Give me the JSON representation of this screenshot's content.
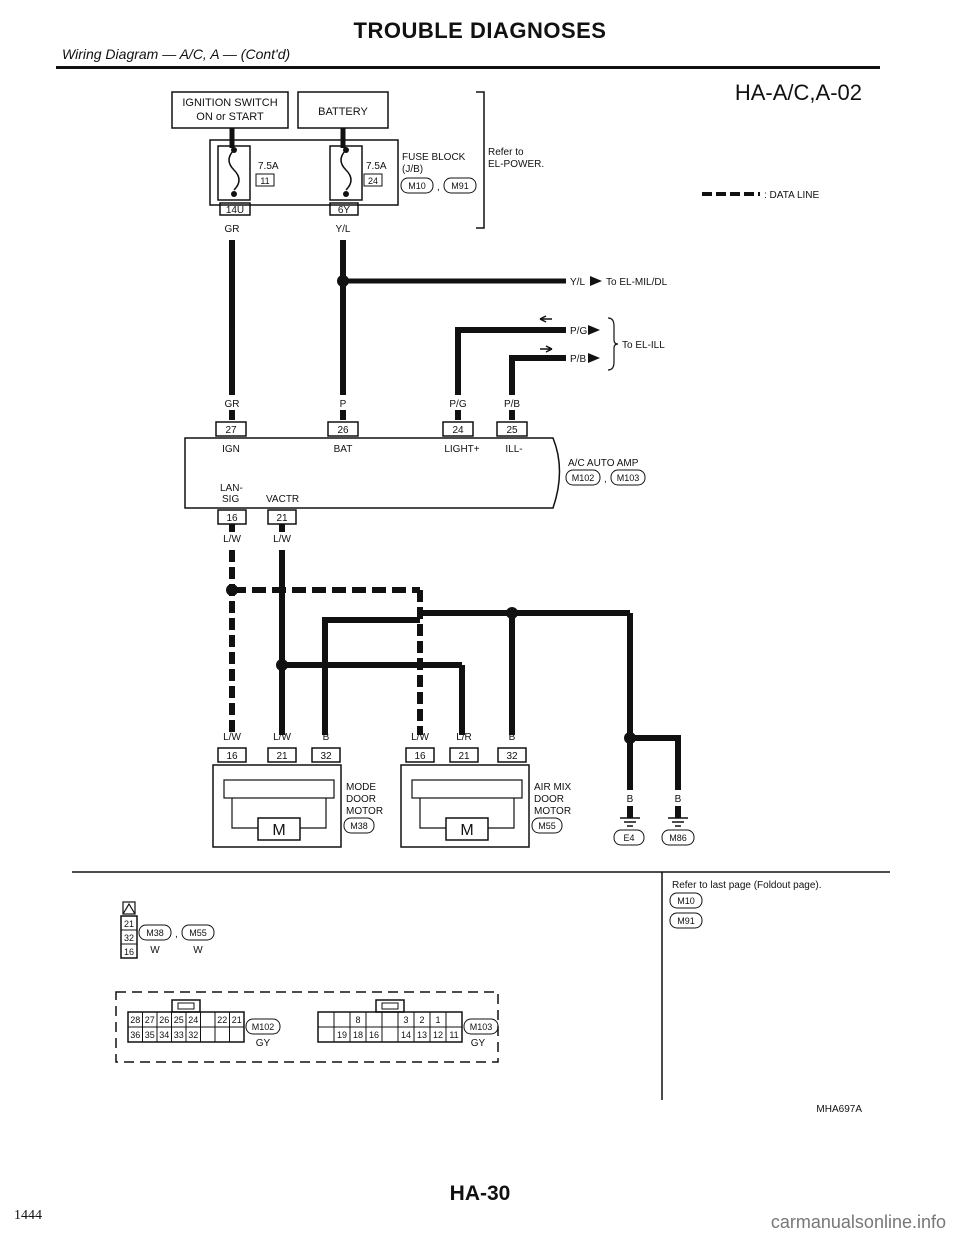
{
  "header": {
    "title": "TROUBLE DIAGNOSES",
    "subtitle": "Wiring Diagram — A/C, A — (Cont'd)",
    "diagram_id": "HA-A/C,A-02"
  },
  "legend": {
    "data_line": ": DATA LINE"
  },
  "power": {
    "ign_switch_line1": "IGNITION SWITCH",
    "ign_switch_line2": "ON or START",
    "battery": "BATTERY",
    "fuse1_amp": "7.5A",
    "fuse1_no": "11",
    "fuse2_amp": "7.5A",
    "fuse2_no": "24",
    "fuse_block_line1": "FUSE BLOCK",
    "fuse_block_line2": "(J/B)",
    "fuse_conn1": "M10",
    "fuse_conn2": "M91",
    "refer_line1": "Refer to",
    "refer_line2": "EL-POWER.",
    "term1": "14U",
    "term2": "6Y"
  },
  "wires": {
    "gr": "GR",
    "yl": "Y/L",
    "p": "P",
    "pg": "P/G",
    "pb": "P/B",
    "lw": "L/W",
    "lr": "L/R",
    "b": "B",
    "to_elmil": "To EL-MIL/DL",
    "to_elill": "To EL-ILL"
  },
  "amp": {
    "t27": "27",
    "t26": "26",
    "t24": "24",
    "t25": "25",
    "t16": "16",
    "t21": "21",
    "ign": "IGN",
    "bat": "BAT",
    "light": "LIGHT+",
    "ill": "ILL-",
    "lansig1": "LAN-",
    "lansig2": "SIG",
    "vactr": "VACTR",
    "name": "A/C AUTO AMP",
    "conn1": "M102",
    "conn2": "M103"
  },
  "motors": {
    "mode_t1": "16",
    "mode_t2": "21",
    "mode_t3": "32",
    "mode_line1": "MODE",
    "mode_line2": "DOOR",
    "mode_line3": "MOTOR",
    "mode_conn": "M38",
    "air_t1": "16",
    "air_t2": "21",
    "air_t3": "32",
    "air_line1": "AIR MIX",
    "air_line2": "DOOR",
    "air_line3": "MOTOR",
    "air_conn": "M55",
    "m": "M"
  },
  "grounds": {
    "g1": "E4",
    "g2": "M86"
  },
  "connectors": {
    "c1_pins": [
      "21",
      "32",
      "16"
    ],
    "c1_names": [
      "M38",
      "M55"
    ],
    "c1_colors": [
      "W",
      "W"
    ],
    "c2_top": [
      "28",
      "27",
      "26",
      "25",
      "24",
      "",
      "22",
      "21"
    ],
    "c2_bot": [
      "36",
      "35",
      "34",
      "33",
      "32",
      "",
      "",
      ""
    ],
    "c2_name": "M102",
    "c2_color": "GY",
    "c3_top": [
      "",
      "",
      "8",
      "",
      "",
      "3",
      "2",
      "1"
    ],
    "c3_bot": [
      "",
      "19",
      "18",
      "16",
      "",
      "14",
      "13",
      "12",
      "11"
    ],
    "c3_name": "M103",
    "c3_color": "GY"
  },
  "notes": {
    "refer": "Refer to last page (Foldout page).",
    "n1": "M10",
    "n2": "M91",
    "code": "MHA697A"
  },
  "footer": {
    "page": "HA-30",
    "number": "1444",
    "watermark": "carmanualsonline.info"
  }
}
